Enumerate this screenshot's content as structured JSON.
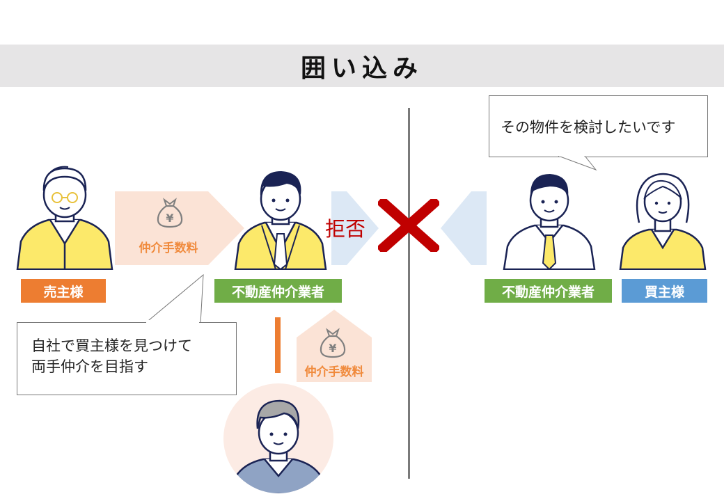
{
  "title": "囲い込み",
  "left": {
    "seller_label": "売主様",
    "agent_label": "不動産仲介業者",
    "fee_label_1": "仲介手数料",
    "fee_label_2": "仲介手数料",
    "refusal_text": "拒否",
    "speech_line_1": "自社で買主様を見つけて",
    "speech_line_2": "両手仲介を目指す"
  },
  "right": {
    "agent_label": "不動産仲介業者",
    "buyer_label": "買主様",
    "speech": "その物件を検討したいです"
  },
  "colors": {
    "orange": "#ed7d31",
    "green": "#70ad47",
    "blue": "#5b9bd5",
    "refusal_red": "#c00000",
    "cross_red": "#c00000",
    "arrow_peach": "#fbe3d6",
    "arrow_blue": "#dce8f5",
    "title_bar": "#e6e5e6"
  }
}
